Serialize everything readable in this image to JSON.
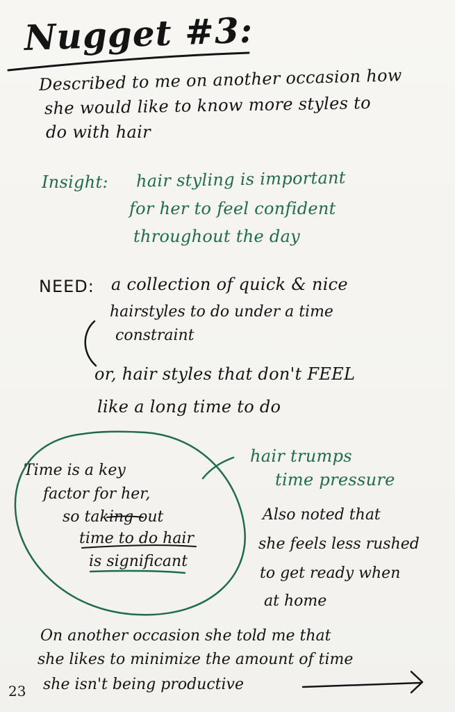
{
  "title": "Nugget #3:",
  "observation": {
    "line1": "Described to me on another occasion how",
    "line2": "she would like to know more styles to",
    "line3": "do with hair"
  },
  "insight": {
    "label": "Insight:",
    "line1": "hair styling is important",
    "line2": "for her to feel confident",
    "line3": "throughout the day"
  },
  "need": {
    "label": "NEED:",
    "line1": "a collection of quick & nice",
    "line2": "hairstyles to do under a time",
    "line3": "constraint",
    "line4": "or, hair styles that don't FEEL",
    "line5": "like a long time to do"
  },
  "circle_note": {
    "line1": "Time is a key",
    "line2": "factor for her,",
    "line3": "so taking out",
    "line4": "time to do hair",
    "line5": "is significant"
  },
  "side_note": {
    "line1": "hair trumps",
    "line2": "time pressure"
  },
  "also_noted": {
    "line1": "Also noted that",
    "line2": "she feels less rushed",
    "line3": "to get ready when",
    "line4": "at home"
  },
  "closing": {
    "line1": "On another occasion she told me that",
    "line2": "she likes to minimize the amount of time",
    "line3": "she isn't being productive"
  },
  "page_number": "23",
  "colors": {
    "ink": "#141414",
    "green_ink": "#1f6b4f"
  }
}
